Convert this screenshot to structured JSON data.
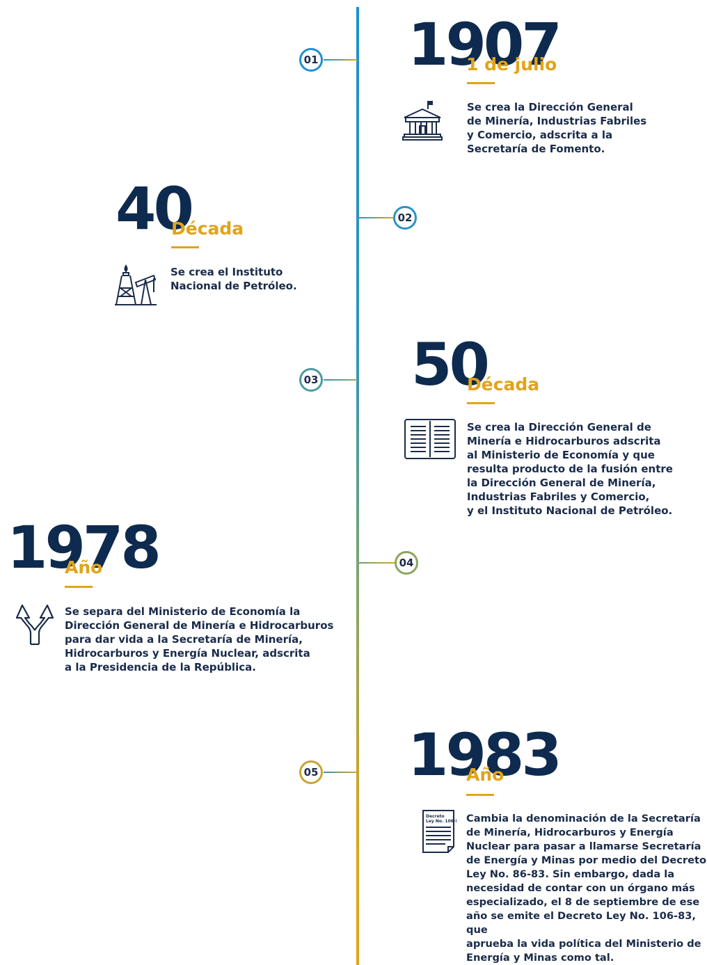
{
  "entries": [
    {
      "number": "01",
      "year": "1907",
      "subtitle": "1 de julio",
      "description": "Se crea la Dirección General\nde Minería, Industrias Fabriles\ny Comercio, adscrita a la\nSecretaría de Fomento.",
      "icon": "government-building-icon"
    },
    {
      "number": "02",
      "year": "40",
      "subtitle": "Década",
      "description": "Se crea el Instituto\nNacional de Petróleo.",
      "icon": "oil-pump-icon"
    },
    {
      "number": "03",
      "year": "50",
      "subtitle": "Década",
      "description": "Se crea la Dirección General de\nMinería e Hidrocarburos adscrita\nal Ministerio de Economía y que\nresulta producto de la fusión entre\nla Dirección General de Minería,\nIndustrias Fabriles y Comercio,\ny el Instituto Nacional de Petróleo.",
      "icon": "open-book-icon"
    },
    {
      "number": "04",
      "year": "1978",
      "subtitle": "Año",
      "description": "Se separa del Ministerio de Economía la\nDirección General de Minería e Hidrocarburos\npara dar vida a la Secretaría de Minería,\nHidrocarburos y Energía Nuclear, adscrita\na la Presidencia de la República.",
      "icon": "split-arrows-icon"
    },
    {
      "number": "05",
      "year": "1983",
      "subtitle": "Año",
      "description": "Cambia la denominación de la Secretaría\nde Minería, Hidrocarburos y Energía\nNuclear para pasar a llamarse Secretaría\nde Energía y Minas por medio del Decreto\nLey No. 86-83. Sin embargo, dada la\nnecesidad de contar con un órgano más\nespecializado, el 8 de septiembre de ese\naño se emite el Decreto Ley No. 106-83, que\naprueba la vida política del Ministerio de\nEnergía y Minas como tal.",
      "icon": "decree-document-icon",
      "icon_text": "Decreto\nLey No. 106-83"
    }
  ],
  "colors": {
    "navy": "#0e2a4f",
    "gold": "#e0a418",
    "blue": "#1f8fd0"
  }
}
